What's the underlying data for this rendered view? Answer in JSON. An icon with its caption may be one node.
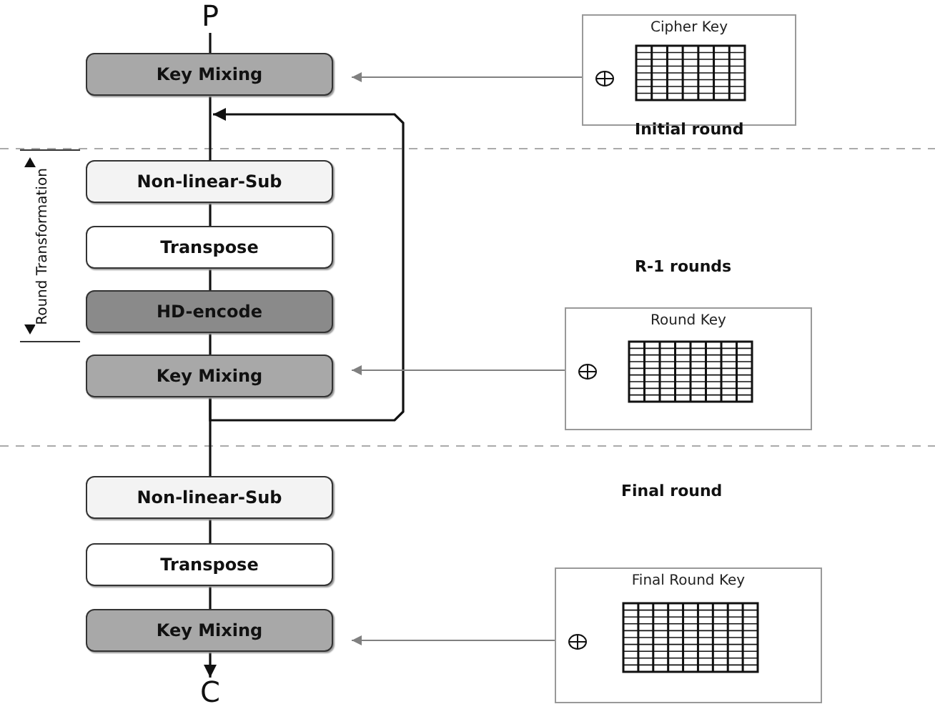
{
  "diagram": {
    "nodes": [
      {
        "text": [
          "P"
        ]
      },
      {
        "text": [
          "Key Mixing"
        ]
      },
      {
        "text": [
          "Non-linear-Sub"
        ]
      },
      {
        "text": [
          "Transpose"
        ]
      },
      {
        "text": [
          "HD-encode"
        ]
      },
      {
        "text": [
          "Key Mixing"
        ]
      },
      {
        "text": [
          "Non-linear-Sub"
        ]
      },
      {
        "text": [
          "Transpose"
        ]
      },
      {
        "text": [
          "Key Mixing"
        ]
      },
      {
        "text": [
          "C"
        ]
      },
      {
        "text": [
          "Cipher Key"
        ]
      },
      {
        "text": [
          "Round Key"
        ]
      },
      {
        "text": [
          "Final Round Key"
        ]
      }
    ],
    "edges": [
      {
        "from": 0,
        "to": 1,
        "arrow": "none"
      },
      {
        "from": 1,
        "to": 2,
        "arrow": "none"
      },
      {
        "from": 2,
        "to": 3,
        "arrow": "none"
      },
      {
        "from": 3,
        "to": 4,
        "arrow": "none"
      },
      {
        "from": 4,
        "to": 5,
        "arrow": "none"
      },
      {
        "from": 5,
        "to": 6,
        "arrow": "none"
      },
      {
        "from": 6,
        "to": 7,
        "arrow": "none"
      },
      {
        "from": 7,
        "to": 8,
        "arrow": "none"
      },
      {
        "from": 8,
        "to": 9,
        "arrow": "to"
      },
      {
        "from": 5,
        "to": 1,
        "arrow": "to"
      },
      {
        "from": 10,
        "to": 1,
        "arrow": "to",
        "color": "#808080"
      },
      {
        "from": 11,
        "to": 5,
        "arrow": "to",
        "color": "#808080"
      },
      {
        "from": 12,
        "to": 8,
        "arrow": "to",
        "color": "#808080"
      }
    ],
    "labels": [
      "Initial round",
      "R-1 rounds",
      "Round Transformation",
      "Final round"
    ]
  }
}
